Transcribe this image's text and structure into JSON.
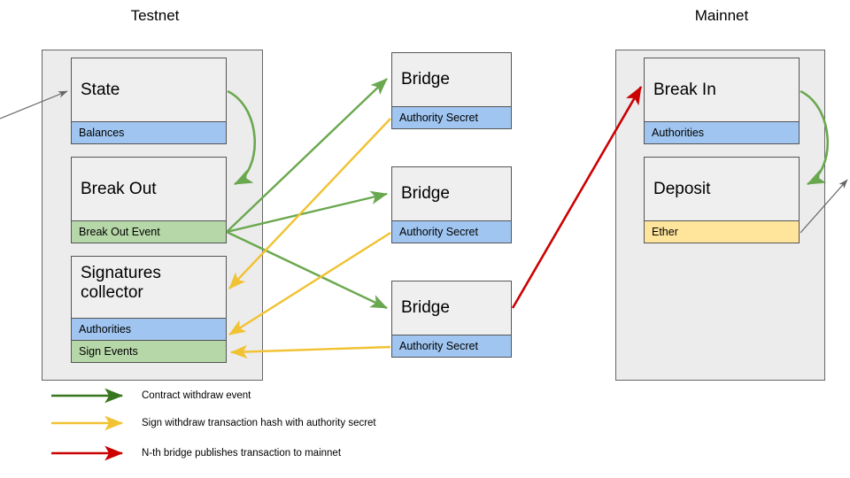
{
  "diagram": {
    "title_testnet": "Testnet",
    "title_mainnet": "Mainnet"
  },
  "testnet": {
    "label": "Testnet",
    "nodes": [
      {
        "id": "state",
        "title": "State",
        "rows": [
          {
            "label": "Balances",
            "color": "#9fc5f0",
            "kind": "blue"
          }
        ]
      },
      {
        "id": "break-out",
        "title": "Break Out",
        "rows": [
          {
            "label": "Break Out Event",
            "color": "#b6d7a8",
            "kind": "green"
          }
        ]
      },
      {
        "id": "signatures-collector",
        "title": "Signatures collector",
        "rows": [
          {
            "label": "Authorities",
            "color": "#9fc5f0",
            "kind": "blue"
          },
          {
            "label": "Sign Events",
            "color": "#b6d7a8",
            "kind": "green"
          }
        ]
      }
    ]
  },
  "bridges": {
    "nodes": [
      {
        "id": "bridge-1",
        "title": "Bridge",
        "rows": [
          {
            "label": "Authority Secret",
            "color": "#9fc5f0",
            "kind": "blue"
          }
        ]
      },
      {
        "id": "bridge-2",
        "title": "Bridge",
        "rows": [
          {
            "label": "Authority Secret",
            "color": "#9fc5f0",
            "kind": "blue"
          }
        ]
      },
      {
        "id": "bridge-3",
        "title": "Bridge",
        "rows": [
          {
            "label": "Authority Secret",
            "color": "#9fc5f0",
            "kind": "blue"
          }
        ]
      }
    ]
  },
  "mainnet": {
    "label": "Mainnet",
    "nodes": [
      {
        "id": "break-in",
        "title": "Break In",
        "rows": [
          {
            "label": "Authorities",
            "color": "#9fc5f0",
            "kind": "blue"
          }
        ]
      },
      {
        "id": "deposit",
        "title": "Deposit",
        "rows": [
          {
            "label": "Ether",
            "color": "#ffe49c",
            "kind": "amber"
          }
        ]
      }
    ]
  },
  "legend": {
    "items": [
      {
        "color": "#38761d",
        "label": "Contract withdraw event"
      },
      {
        "color": "#f1c232",
        "label": "Sign withdraw transaction hash with authority secret"
      },
      {
        "color": "#cc0000",
        "label": "N-th bridge publishes transaction to mainnet"
      }
    ]
  },
  "colors": {
    "green_arrow": "#6aa84f",
    "green_legend": "#38761d",
    "yellow_arrow": "#f1c232",
    "red_arrow": "#cc0000",
    "grey_arrow": "#666666",
    "container_fill": "#ececec",
    "node_fill": "#efefef",
    "border": "#555555"
  }
}
